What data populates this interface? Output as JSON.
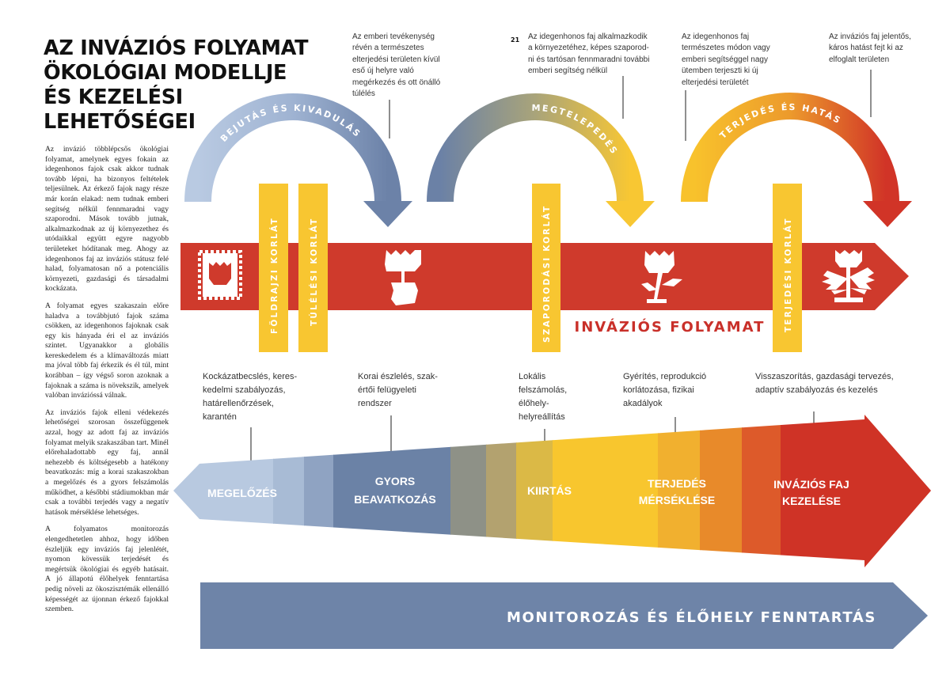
{
  "title_lines": [
    "AZ INVÁZIÓS FOLYAMAT",
    "ÖKOLÓGIAI MODELLJE",
    "ÉS KEZELÉSI",
    "LEHETŐSÉGEI"
  ],
  "page_number": "21",
  "body_paragraphs": [
    "Az invázió többlépcsős ökológiai folyamat, amelynek egyes fokain az idegenhonos fajok csak akkor tudnak tovább lépni, ha bizonyos feltételek teljesülnek. Az érkező fajok nagy része már korán elakad: nem tudnak emberi segítség nélkül fennmaradni vagy szaporodni. Mások tovább jutnak, alkalmazkodnak az új környezethez és utódaikkal együtt egyre nagyobb területeket hódítanak meg. Ahogy az idegenhonos faj az inváziós státusz felé halad, folyamatosan nő a potenciális környezeti, gazdasági és társadalmi kockázata.",
    "A folyamat egyes szakaszain előre haladva a továbbjutó fajok száma csökken, az idegenhonos fajoknak csak egy kis hányada éri el az inváziós szintet. Ugyanakkor a globális kereskedelem és a klímaváltozás miatt ma jóval több faj érkezik és él túl, mint korábban – így végső soron azoknak a fajoknak a száma is növekszik, amelyek valóban invázióssá válnak.",
    "Az inváziós fajok elleni védekezés lehetőségei szorosan összefüggenek azzal, hogy az adott faj az inváziós folyamat melyik szakaszában tart. Minél előrehaladottabb egy faj, annál nehezebb és költségesebb a hatékony beavatkozás: míg a korai szakaszokban a megelőzés és a gyors felszámolás működhet, a későbbi stádiumokban már csak a további terjedés vagy a negatív hatások mérséklése lehetséges.",
    "A folyamatos monitorozás elengedhetetlen ahhoz, hogy időben észleljük egy inváziós faj jelenlétét, nyomon kövessük terjedését és megértsük ökológiai és egyéb hatásait. A jó állapotú élőhelyek fenntartása pedig növeli az ökoszisztémák ellenálló képességét az újonnan érkező fajokkal szemben."
  ],
  "top_notes": [
    "Az emberi tevékenység\nrévén a természetes\nelterjedési területen kívül\neső új helyre való\nmegérkezés és ott önálló\ntúlélés",
    "Az idegenhonos faj alkalmazkodik\na környezetéhez, képes szaporod-\nni és tartósan fennmaradni további\nemberi segítség nélkül",
    "Az idegenhonos faj\ntermészetes módon vagy\nemberi segítséggel nagy\nütemben terjeszti ki új\nelterjedési területét",
    "Az inváziós faj jelentős,\nkáros hatást fejt ki az\nelfoglalt területen"
  ],
  "arcs": [
    {
      "label": "BEJUTÁS ÉS KIVADULÁS",
      "colors": [
        "#b9cae2",
        "#9fb3d2",
        "#6c82a8"
      ]
    },
    {
      "label": "MEGTELEPEDÉS",
      "colors": [
        "#6b81a6",
        "#a9a47a",
        "#f8c733"
      ]
    },
    {
      "label": "TERJEDÉS ÉS HATÁS",
      "colors": [
        "#f8c22c",
        "#ec9a2c",
        "#d13427"
      ]
    }
  ],
  "barriers": [
    "FÖLDRAJZI KORLÁT",
    "TÚLÉLÉSI KORLÁT",
    "SZAPORODÁSI KORLÁT",
    "TERJEDÉSI KORLÁT"
  ],
  "process_band": {
    "label": "INVÁZIÓS FOLYAMAT",
    "color": "#cf3a2c",
    "icons": [
      "stamp-tulip-icon",
      "tulip-seed-icon",
      "tulip-leaves-icon",
      "spreading-plant-icon"
    ]
  },
  "bottom_notes": [
    "Kockázatbecslés, keres-\nkedelmi szabályozás,\nhatárellenőrzések,\nkarantén",
    "Korai észlelés, szak-\nértői felügyeleti\nrendszer",
    "Lokális\nfelszámolás,\nélőhely-\nhelyreállítás",
    "Gyérítés, reprodukció\nkorlátozása, fizikai\nakadályok",
    "Visszaszorítás, gazdasági tervezés,\nadaptív szabályozás és kezelés"
  ],
  "management_stages": [
    {
      "lines": [
        "MEGELŐZÉS"
      ]
    },
    {
      "lines": [
        "GYORS",
        "BEAVATKOZÁS"
      ]
    },
    {
      "lines": [
        "KIIRTÁS"
      ]
    },
    {
      "lines": [
        "TERJEDÉS",
        "MÉRSÉKLÉSE"
      ]
    },
    {
      "lines": [
        "INVÁZIÓS FAJ",
        "KEZELÉSE"
      ]
    }
  ],
  "gradient_colors": [
    "#b8c9e0",
    "#a8bbd5",
    "#8fa3c2",
    "#6b82a6",
    "#8e9187",
    "#b3a26f",
    "#dbb946",
    "#f8c62e",
    "#f1b02f",
    "#e88a2a",
    "#dd5a2a",
    "#cf3326"
  ],
  "monitoring": {
    "label": "MONITOROZÁS ÉS ÉLŐHELY FENNTARTÁS",
    "color": "#6e84a8"
  },
  "accent_yellow": "#f8c631"
}
